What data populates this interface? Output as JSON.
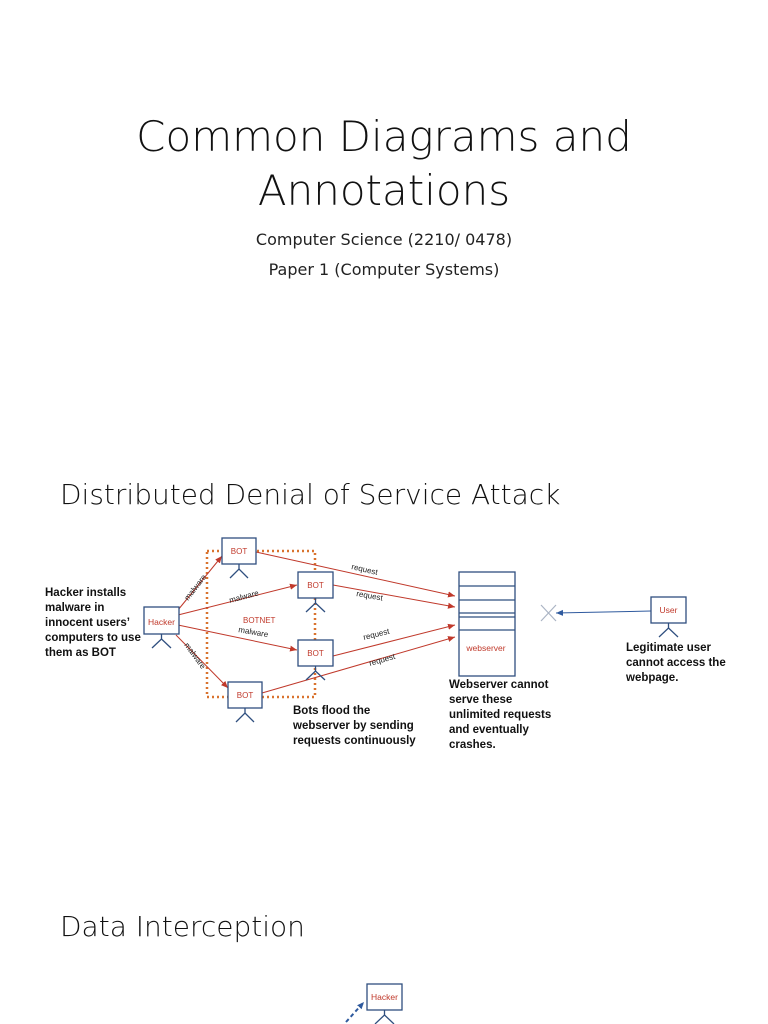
{
  "title": {
    "line1": "Common Diagrams and",
    "line2": "Annotations"
  },
  "subtitle1": "Computer Science (2210/ 0478)",
  "subtitle2": "Paper 1 (Computer Systems)",
  "ddos": {
    "heading": "Distributed Denial of Service Attack",
    "hacker_label": "Hacker",
    "bot_label": "BOT",
    "botnet_label": "BOTNET",
    "malware_label": "malware",
    "request_label": "request",
    "webserver_label": "webserver",
    "user_label": "User",
    "note_hacker": [
      "Hacker installs",
      "malware in",
      "innocent users’",
      "computers to use",
      "them as BOT"
    ],
    "note_bots": [
      "Bots flood the",
      "webserver by sending",
      "requests continuously"
    ],
    "note_server": [
      "Webserver cannot",
      "serve these",
      "unlimited requests",
      "and  eventually",
      "crashes."
    ],
    "note_user": [
      "Legitimate user",
      "cannot access the",
      "webpage."
    ]
  },
  "interception": {
    "heading": "Data Interception",
    "hacker_label": "Hacker"
  },
  "colors": {
    "node_stroke": "#2f4f7f",
    "node_text": "#c0392b",
    "arrow": "#c0392b",
    "botnet_dots": "#d9732e"
  }
}
